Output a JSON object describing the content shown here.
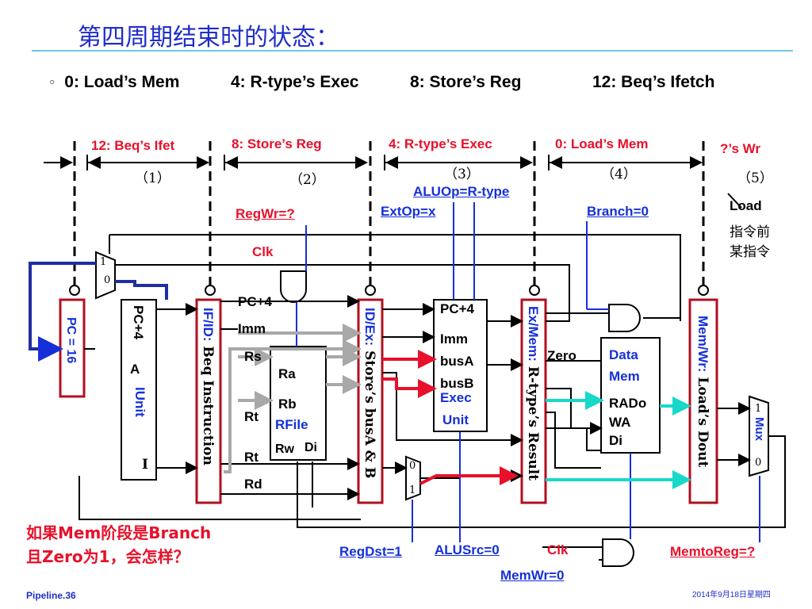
{
  "title": "第四周期结束时的状态：",
  "subtitle": {
    "bullet": "◦",
    "items": [
      "0: Load’s Mem",
      "4: R-type’s Exec",
      "8: Store’s Reg",
      "12: Beq’s Ifetch"
    ]
  },
  "stages": {
    "s1": "12: Beq’s Ifet",
    "s2": "8: Store’s  Reg",
    "s3": "4: R-type’s  Exec",
    "s4": "0: Load’s  Mem",
    "s5": "?’s  Wr"
  },
  "cycle_numbers": [
    "（1）",
    "（2）",
    "（3）",
    "（4）",
    "（5）"
  ],
  "load_note": [
    "Load",
    "指令前",
    "某指令"
  ],
  "signals": {
    "aluop": "ALUOp=R-type",
    "extop": "ExtOp=x",
    "regwr": "RegWr=?",
    "branch": "Branch=0",
    "clk_top": "Clk",
    "regdst": "RegDst=1",
    "alusrc": "ALUSrc=0",
    "clk_bottom": "Clk",
    "memwr": "MemWr=0",
    "memtoreg": "MemtoReg=?"
  },
  "registers": {
    "pc": "PC = 16",
    "ifid": [
      "IF/ID:",
      " Beq Instruction"
    ],
    "idex": [
      "ID/Ex:",
      " Store’s busA & B"
    ],
    "exmem": [
      "Ex/Mem:",
      " R-type’s Result"
    ],
    "memwr": [
      "Mem/Wr:",
      " Load’s Dout"
    ]
  },
  "iunit": {
    "pc4": "PC+4",
    "a": "A",
    "name": "IUnit",
    "i": "I"
  },
  "rfile": {
    "ra": "Ra",
    "rb": "Rb",
    "name": "RFile",
    "rw": "Rw",
    "di": "Di"
  },
  "id_labels": {
    "pc4": "PC+4",
    "imm": "Imm",
    "rs": "Rs",
    "rt1": "Rt",
    "rt2": "Rt",
    "rd": "Rd"
  },
  "exec": {
    "pc4": "PC+4",
    "imm": "Imm",
    "busa": "busA",
    "busb": "busB",
    "exec": "Exec",
    "unit": "Unit"
  },
  "zero": "Zero",
  "datamem": {
    "data": "Data",
    "mem": "Mem",
    "rado": "RADo",
    "wa": "WA",
    "di": "Di"
  },
  "mux": {
    "top1": "1",
    "top0": "0",
    "mid0": "0",
    "mid1": "1",
    "wb_label": "Mux",
    "wb1": "1",
    "wb0": "0"
  },
  "question": [
    "如果Mem阶段是Branch",
    "且Zero为1，会怎样？"
  ],
  "footer": {
    "left": "Pipeline.36",
    "right": "2014年9月18日星期四"
  },
  "colors": {
    "title": "#1f2ec8",
    "stage": "#e8102a",
    "signal": "#1530d8",
    "cyan_bus": "#18d8c8",
    "grey_bus": "#a8a8a8",
    "red_bus": "#e8102a",
    "reg_border": "#b01020"
  }
}
